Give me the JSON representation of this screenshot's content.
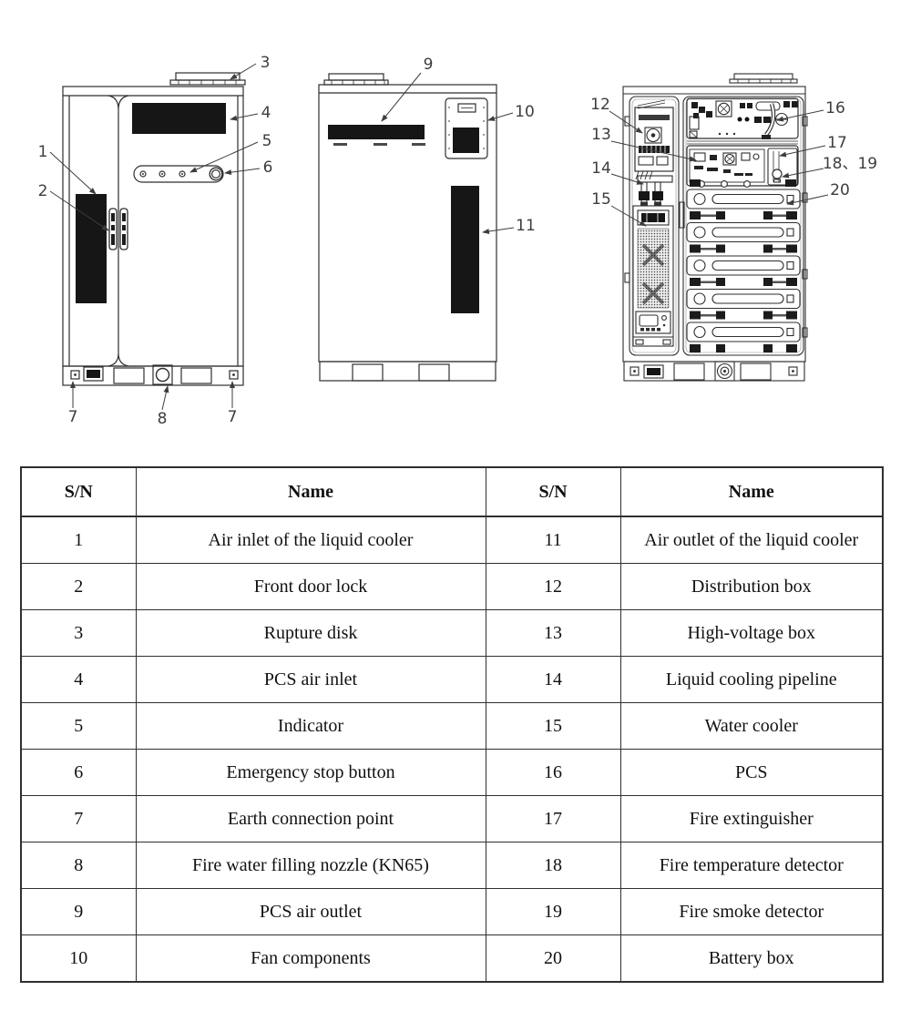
{
  "figure": {
    "callouts": [
      "1",
      "2",
      "3",
      "4",
      "5",
      "6",
      "7",
      "8",
      "7",
      "9",
      "10",
      "11",
      "12",
      "13",
      "14",
      "15",
      "16",
      "17",
      "18、19",
      "20"
    ]
  },
  "table": {
    "columns": [
      "S/N",
      "Name",
      "S/N",
      "Name"
    ],
    "rows": [
      {
        "sn_left": "1",
        "name_left": "Air inlet of the liquid cooler",
        "sn_right": "11",
        "name_right": "Air outlet of the liquid cooler"
      },
      {
        "sn_left": "2",
        "name_left": "Front door lock",
        "sn_right": "12",
        "name_right": "Distribution box"
      },
      {
        "sn_left": "3",
        "name_left": "Rupture disk",
        "sn_right": "13",
        "name_right": "High-voltage box"
      },
      {
        "sn_left": "4",
        "name_left": "PCS air inlet",
        "sn_right": "14",
        "name_right": "Liquid cooling pipeline"
      },
      {
        "sn_left": "5",
        "name_left": "Indicator",
        "sn_right": "15",
        "name_right": "Water cooler"
      },
      {
        "sn_left": "6",
        "name_left": "Emergency stop button",
        "sn_right": "16",
        "name_right": "PCS"
      },
      {
        "sn_left": "7",
        "name_left": "Earth connection point",
        "sn_right": "17",
        "name_right": "Fire extinguisher"
      },
      {
        "sn_left": "8",
        "name_left": "Fire water filling nozzle (KN65)",
        "sn_right": "18",
        "name_right": "Fire temperature detector"
      },
      {
        "sn_left": "9",
        "name_left": "PCS air outlet",
        "sn_right": "19",
        "name_right": "Fire smoke detector"
      },
      {
        "sn_left": "10",
        "name_left": "Fan components",
        "sn_right": "20",
        "name_right": "Battery box"
      }
    ]
  }
}
